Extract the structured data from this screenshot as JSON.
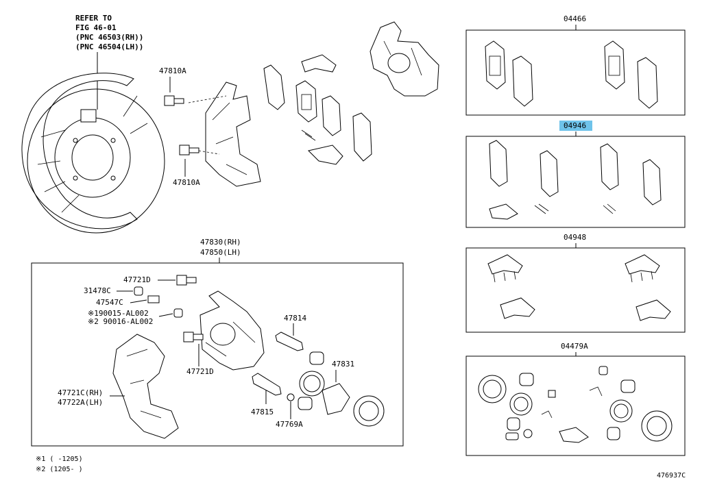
{
  "diagram_id": "476937C",
  "refer_note": [
    "REFER TO",
    "FIG 46-01",
    "(PNC 46503(RH))",
    "(PNC 46504(LH))"
  ],
  "labels": {
    "p47810a_top": "47810A",
    "p47810a_bot": "47810A",
    "p47830": "47830(RH)",
    "p47850": "47850(LH)",
    "p47721d_top": "47721D",
    "p31478c": "31478C",
    "p47547c": "47547C",
    "p90015": "※190015-AL002",
    "p90016": "※2 90016-AL002",
    "p47814": "47814",
    "p47721d_mid": "47721D",
    "p47831": "47831",
    "p47721c": "47721C(RH)",
    "p47722a": "47722A(LH)",
    "p47815": "47815",
    "p47769a": "47769A",
    "kit04466": "04466",
    "kit04946": "04946",
    "kit04948": "04948",
    "kit04479a": "04479A"
  },
  "footnotes": [
    "※1 (      -1205)",
    "※2 (1205-      )"
  ],
  "highlight_color": "#6fc3ea"
}
